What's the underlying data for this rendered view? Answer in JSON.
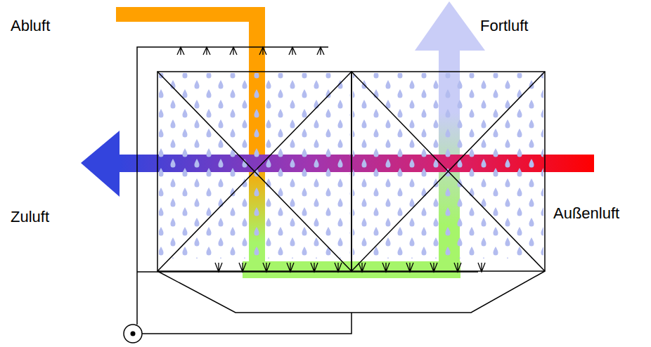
{
  "diagram": {
    "labels": [
      "Abluft",
      "Fortluft",
      "Zuluft",
      "Außenluft"
    ]
  }
}
